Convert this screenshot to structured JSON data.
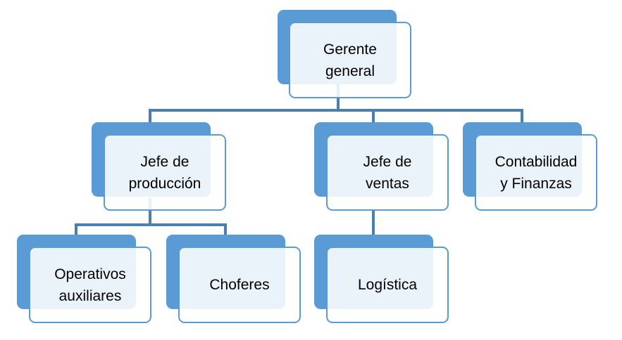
{
  "nodes": {
    "gerente": {
      "lines": [
        "Gerente",
        "general"
      ]
    },
    "produccion": {
      "lines": [
        "Jefe de",
        "producción"
      ]
    },
    "ventas": {
      "lines": [
        "Jefe de",
        "ventas"
      ]
    },
    "contabilidad": {
      "lines": [
        "Contabilidad",
        "y Finanzas"
      ]
    },
    "operativos": {
      "lines": [
        "Operativos",
        "auxiliares"
      ]
    },
    "choferes": {
      "lines": [
        "Choferes"
      ]
    },
    "logistica": {
      "lines": [
        "Logística"
      ]
    }
  },
  "colors": {
    "box": "#5b9bd5",
    "connector": "#4a7fb0"
  }
}
